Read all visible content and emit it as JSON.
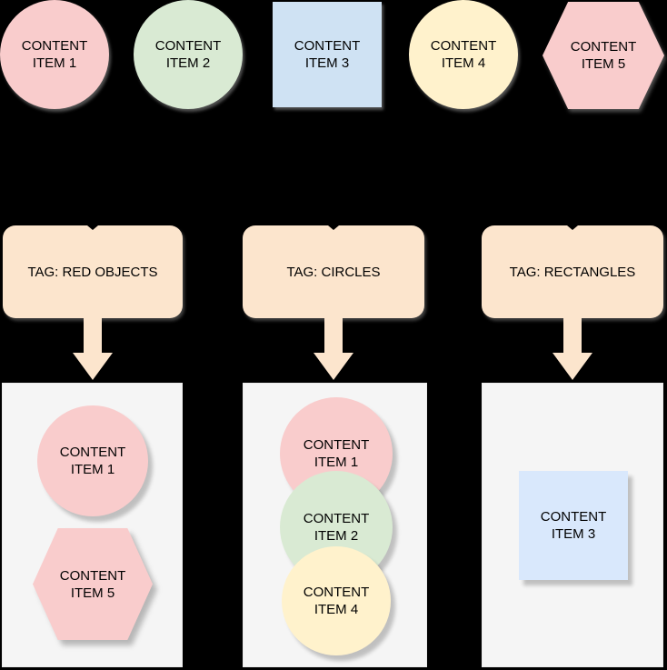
{
  "palette": {
    "pink": "#f9cccc",
    "green": "#d9ead3",
    "blue": "#cfe2f3",
    "blue_light": "#d9e8fc",
    "yellow": "#fff2cc",
    "tag_peach": "#fce5cd",
    "container_gray": "#f5f5f5",
    "background": "#000000"
  },
  "top_items": [
    {
      "shape": "circle",
      "color": "pink",
      "line1": "CONTENT",
      "line2": "ITEM 1"
    },
    {
      "shape": "circle",
      "color": "green",
      "line1": "CONTENT",
      "line2": "ITEM 2"
    },
    {
      "shape": "square",
      "color": "blue",
      "line1": "CONTENT",
      "line2": "ITEM 3"
    },
    {
      "shape": "circle",
      "color": "yellow",
      "line1": "CONTENT",
      "line2": "ITEM 4"
    },
    {
      "shape": "hexagon",
      "color": "pink",
      "line1": "CONTENT",
      "line2": "ITEM 5"
    }
  ],
  "groups": [
    {
      "tag_label": "TAG: RED OBJECTS",
      "items": [
        {
          "shape": "circle",
          "color": "pink",
          "line1": "CONTENT",
          "line2": "ITEM 1"
        },
        {
          "shape": "hexagon",
          "color": "pink",
          "line1": "CONTENT",
          "line2": "ITEM 5"
        }
      ]
    },
    {
      "tag_label": "TAG: CIRCLES",
      "items": [
        {
          "shape": "circle",
          "color": "pink",
          "line1": "CONTENT",
          "line2": "ITEM 1"
        },
        {
          "shape": "circle",
          "color": "green",
          "line1": "CONTENT",
          "line2": "ITEM 2"
        },
        {
          "shape": "circle",
          "color": "yellow",
          "line1": "CONTENT",
          "line2": "ITEM 4"
        }
      ]
    },
    {
      "tag_label": "TAG: RECTANGLES",
      "items": [
        {
          "shape": "square",
          "color": "blue_light",
          "line1": "CONTENT",
          "line2": "ITEM 3"
        }
      ]
    }
  ]
}
